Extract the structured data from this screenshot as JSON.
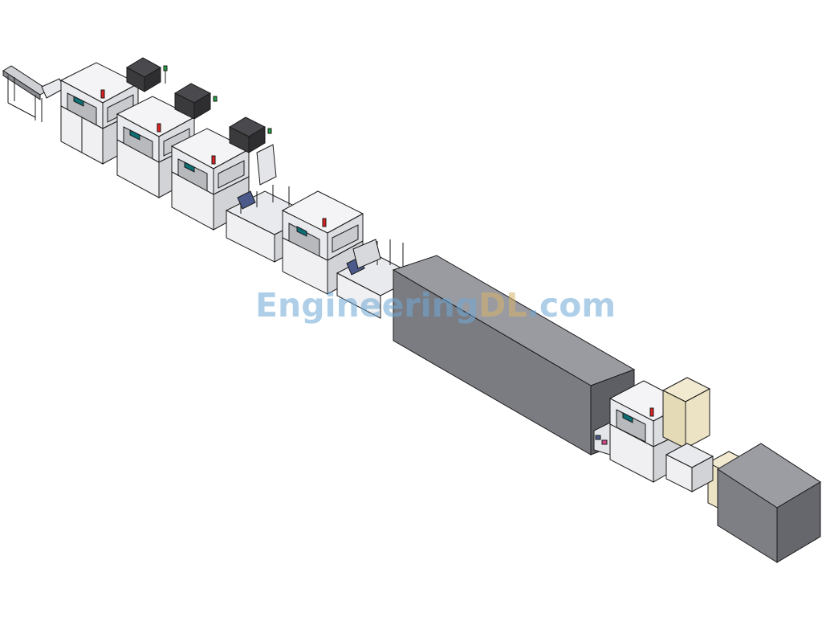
{
  "colors": {
    "frame_white": "#f4f4f6",
    "frame_light": "#dcdde0",
    "frame_shadow": "#b8b9bd",
    "edge": "#1a1a1a",
    "teal_panel": "#0d6f74",
    "tunnel_top": "#9a9ba1",
    "tunnel_left": "#7b7c82",
    "tunnel_right": "#5e5f65",
    "cabinet_cream": "#ece3c4",
    "box_top": "#9c9ca3",
    "box_front": "#7e7e85",
    "box_side": "#66666d",
    "tray_dark": "#3a3a3d",
    "signal_red": "#e02020",
    "signal_amber": "#f0b000",
    "signal_green": "#20a040",
    "watermark_blue": "#6fa9d6",
    "watermark_gold": "#d6b46a"
  },
  "watermark": {
    "part1": "Engineering",
    "part2": "DL",
    "part3": ".com"
  },
  "components": [
    {
      "name": "infeed-conveyor"
    },
    {
      "name": "assembly-station-1"
    },
    {
      "name": "assembly-station-2"
    },
    {
      "name": "assembly-station-3"
    },
    {
      "name": "assembly-station-4"
    },
    {
      "name": "curing-oven-tunnel"
    },
    {
      "name": "inspection-station"
    },
    {
      "name": "control-cabinet"
    },
    {
      "name": "outfeed-enclosure"
    }
  ]
}
